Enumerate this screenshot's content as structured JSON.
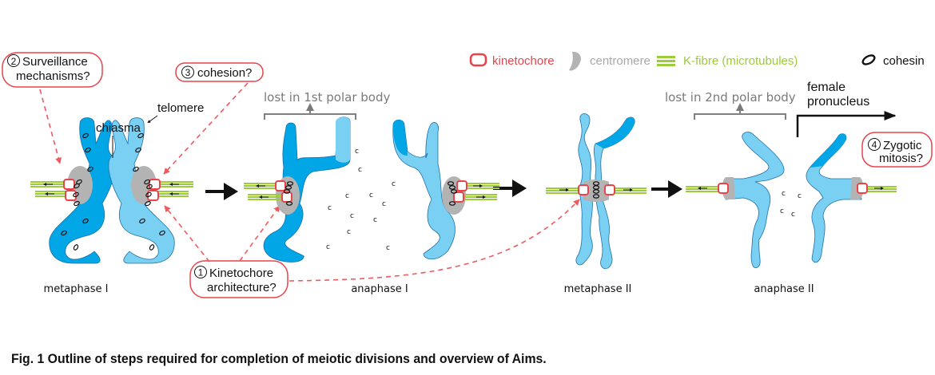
{
  "legend": {
    "items": [
      {
        "id": "kinetochore",
        "label": "kinetochore",
        "color": "#e8434b"
      },
      {
        "id": "centromere",
        "label": "centromere",
        "color": "#b3b3b3"
      },
      {
        "id": "kfibre",
        "label": "K-fibre (microtubules)",
        "color": "#9ccb3b"
      },
      {
        "id": "cohesin",
        "label": "cohesin",
        "color": "#111111"
      }
    ]
  },
  "colors": {
    "dark_chromosome": "#00a6e6",
    "light_chromosome": "#79d0f3",
    "chromosome_outline": "#1f6fa8",
    "aim_border": "#e8434b",
    "aim_dash": "#ef5a5f",
    "bracket": "#808080"
  },
  "aims": [
    {
      "number": "1",
      "line1": "Kinetochore",
      "line2": "architecture?"
    },
    {
      "number": "2",
      "line1": "Surveillance",
      "line2": "mechanisms?"
    },
    {
      "number": "3",
      "line1": "cohesion?"
    },
    {
      "number": "4",
      "line1": "Zygotic",
      "line2": "mitosis?"
    }
  ],
  "annotations": {
    "chiasma": "chiasma",
    "telomere": "telomere",
    "polar1": "lost in 1st polar body",
    "polar2": "lost in 2nd polar body",
    "pronucleus_line1": "female",
    "pronucleus_line2": "pronucleus"
  },
  "stages": [
    {
      "label": "metaphase I"
    },
    {
      "label": "anaphase I"
    },
    {
      "label": "metaphase II"
    },
    {
      "label": "anaphase II"
    }
  ],
  "caption": "Fig. 1 Outline of steps required for completion of meiotic divisions and overview of Aims."
}
